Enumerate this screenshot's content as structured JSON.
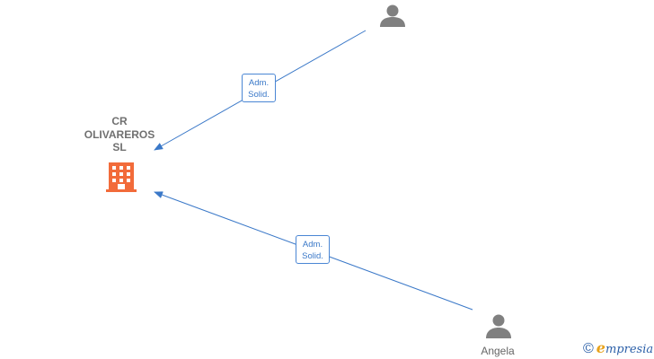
{
  "company": {
    "name_lines": [
      "CR",
      "OLIVAREROS",
      "SL"
    ],
    "icon": "building-icon",
    "color": "#f26b3a"
  },
  "persons": [
    {
      "label": "",
      "icon": "person-icon"
    },
    {
      "label": "Angela",
      "icon": "person-icon"
    }
  ],
  "edges": [
    {
      "label_lines": [
        "Adm.",
        "Solid."
      ]
    },
    {
      "label_lines": [
        "Adm.",
        "Solid."
      ]
    }
  ],
  "colors": {
    "edge": "#3a78c8",
    "person": "#808080",
    "watermark": "#2b5fa8",
    "watermark_accent": "#e8a21a"
  },
  "watermark": {
    "copyright": "©",
    "brand_initial": "e",
    "brand_rest": "mpresia"
  }
}
